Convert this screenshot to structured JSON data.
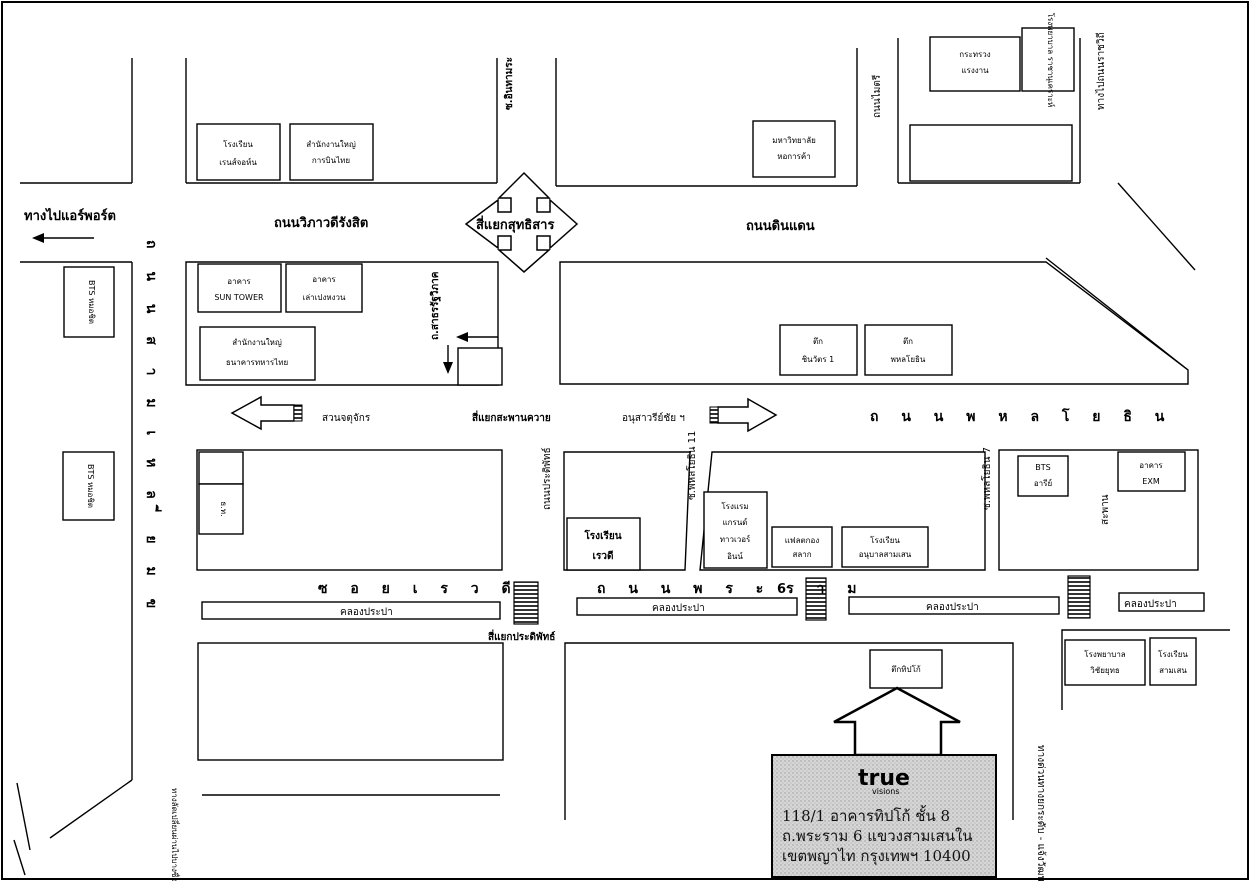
{
  "roads": {
    "vibhavadi": "ถนนวิภาวดีรังสิต",
    "din_daeng": "ถนนดินแดน",
    "phahonyothin": "ถ น น พ ห ล โ ย ธิ น",
    "rama6": "ถ น น พ ร ะ ร า ม",
    "rama6_num": "6",
    "soi_rewadi": "ซ อ ย เ ร ว ดี",
    "kamphaeng_phet": "ถ น น ส า ม เ ห ล ี่ ย ม ข",
    "soi_inthamara": "ซ.อินทามระ",
    "maitri": "ถนนไมตรี",
    "sahakorn": "ถ.สาธรรัฐวิภาค",
    "pradiphat": "ถนนประดิพัทธ์",
    "phahon11": "ซ.พหลโยธิน 11",
    "phahon7": "ซ.พหลโยธิน 7",
    "sanam": "สะพาน",
    "to_victory": "ทางไปถนนราชวิถี",
    "to_samsen": "ทางด่วนทางยกระดับ - แจ้งวัฒนะ",
    "to_bangsue": "ทางลัดเปลี่ยนผ่านไปบางซื่อ"
  },
  "places": {
    "to_airport": "ทางไปแอร์พอร์ต",
    "sutthisan": "สี่แยกสุทธิสาร",
    "saphan_khwai": "สี่แยกสะพานควาย",
    "chatuchak": "สวนจตุจักร",
    "victory": "อนุสาวรีย์ชัย ฯ",
    "pradiphat_junction": "สี่แยกประดิพัทธ์"
  },
  "buildings": {
    "b1": [
      "โรงเรียน",
      "เรนส์จอห์น"
    ],
    "b2": [
      "สำนักงานใหญ่",
      "การบินไทย"
    ],
    "b3": [
      "มหาวิทยาลัย",
      "หอการค้า"
    ],
    "b4": [
      "กระทรวง",
      "แรงงาน"
    ],
    "b5": "โรงพยาบาล ราชานุเคราะห์",
    "b6": [
      "อาคาร",
      "SUN TOWER"
    ],
    "b7": [
      "อาคาร",
      "เล่าเปงหงวน"
    ],
    "b8": [
      "สำนักงานใหญ่",
      "ธนาคารทหารไทย"
    ],
    "b9": [
      "ตึก",
      "ชินวัตร 1"
    ],
    "b10": [
      "ตึก",
      "พหลโยธิน"
    ],
    "b11": [
      "โรงเรียน",
      "เรวดี"
    ],
    "b12": [
      "โรงแรม",
      "แกรนด์",
      "ทาวเวอร์",
      "อินน์"
    ],
    "b13": [
      "แฟลตกอง",
      "สลาก"
    ],
    "b14": [
      "โรงเรียน",
      "อนุบาลสามเสน"
    ],
    "b15": [
      "BTS",
      "อารีย์"
    ],
    "b16": [
      "อาคาร",
      "EXM"
    ],
    "b17": [
      "โรงพยาบาล",
      "วิชัยยุทธ"
    ],
    "b18": [
      "โรงเรียน",
      "สามเสน"
    ],
    "b19": "ตึกทิปโก้",
    "b20": "ธ.ท.",
    "bts_left1": "BTS หมอชิต",
    "bts_left2": "BTS หมอชิต"
  },
  "canals": {
    "c1": "คลองประปา",
    "c2": "คลองประปา",
    "c3": "คลองประปา",
    "c4": "คลองประปา"
  },
  "logo": {
    "brand": "true",
    "sub": "visions"
  },
  "address": {
    "line1": "118/1 อาคารทิปโก้ ชั้น 8",
    "line2": "ถ.พระราม 6 แขวงสามเสนใน",
    "line3": "เขตพญาไท กรุงเทพฯ 10400"
  }
}
